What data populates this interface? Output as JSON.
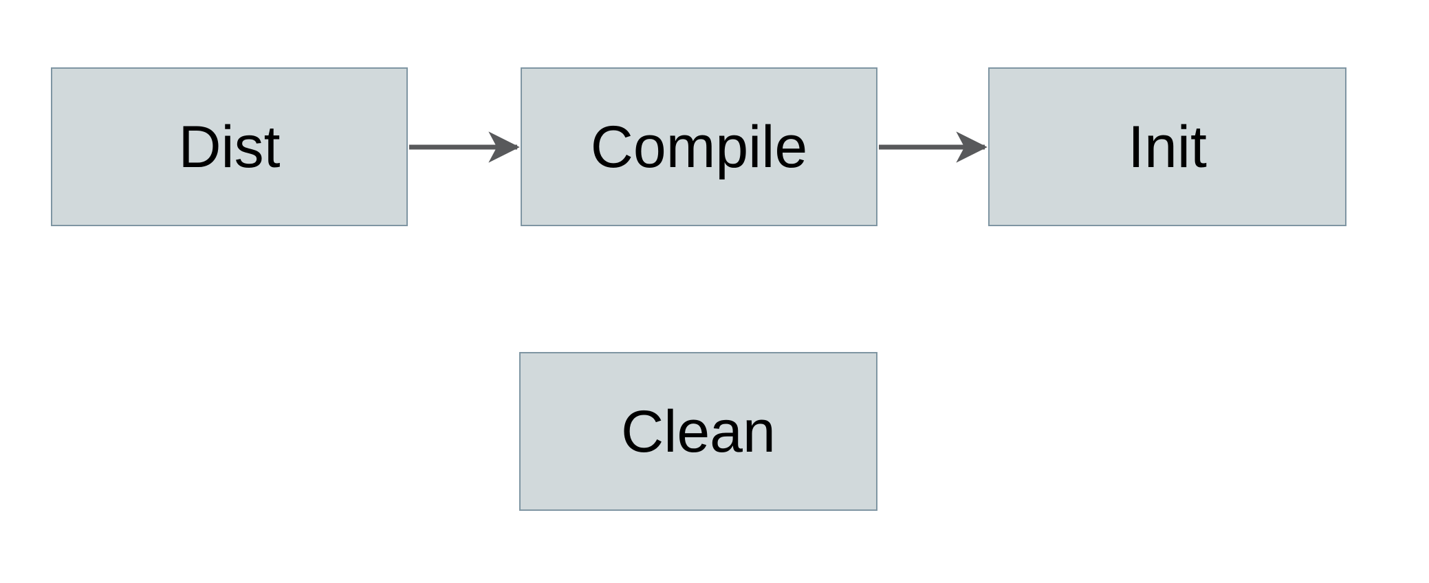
{
  "diagram": {
    "type": "flowchart",
    "nodes": [
      {
        "id": "dist",
        "label": "Dist"
      },
      {
        "id": "compile",
        "label": "Compile"
      },
      {
        "id": "init",
        "label": "Init"
      },
      {
        "id": "clean",
        "label": "Clean"
      }
    ],
    "edges": [
      {
        "from": "dist",
        "to": "compile"
      },
      {
        "from": "compile",
        "to": "init"
      }
    ]
  },
  "colors": {
    "canvas_bg": "#ffffff",
    "node_fill": "#d1d9db",
    "node_border": "#7e95a2",
    "arrow_color": "#58595b",
    "label_color": "#000000"
  }
}
